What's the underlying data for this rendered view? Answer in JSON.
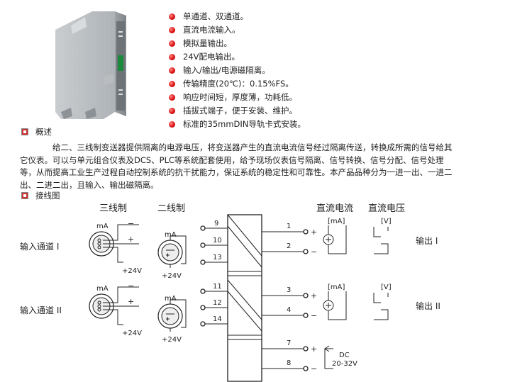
{
  "features": [
    "单通道、双通道。",
    "直流电流输入。",
    "模拟量输出。",
    "24V配电输出。",
    "输入/输出/电源磁隔离。",
    "传输精度(20℃)：0.15%FS。",
    "响应时间短，厚度薄，功耗低。",
    "插拔式端子，便于安装、维护。",
    "标准的35mmDIN导轨卡式安装。"
  ],
  "overview": {
    "heading": "概述",
    "text": "给二、三线制变送器提供隔离的电源电压，将变送器产生的直流电流信号经过隔离传送，转换成所需的信号给其它仪表。可以与单元组合仪表及DCS、PLC等系统配套使用，给予现场仪表信号隔离、信号转换、信号分配、信号处理等，从而提高工业生产过程自动控制系统的抗干扰能力，保证系统的稳定性和可靠性。本产品品种分为一进一出、一进二出、二进二出，且输入、输出磁隔离。"
  },
  "wiring": {
    "heading": "接线图",
    "three_wire": "三线制",
    "two_wire": "二线制",
    "dc_current": "直流电流",
    "dc_voltage": "直流电压",
    "input_1": "输入通道 I",
    "input_2": "输入通道 II",
    "output_1": "输出 I",
    "output_2": "输出 II",
    "ma": "mA",
    "plus": "+",
    "minus": "−",
    "plus24": "+24V",
    "ma_bracket": "[mA]",
    "v_bracket": "[V]",
    "t9": "9",
    "t10": "10",
    "t13": "13",
    "t11": "11",
    "t12": "12",
    "t14": "14",
    "t1": "1",
    "t2": "2",
    "t3": "3",
    "t4": "4",
    "t7": "7",
    "t8": "8",
    "dc_label": "DC",
    "dc_range": "20-32V"
  }
}
